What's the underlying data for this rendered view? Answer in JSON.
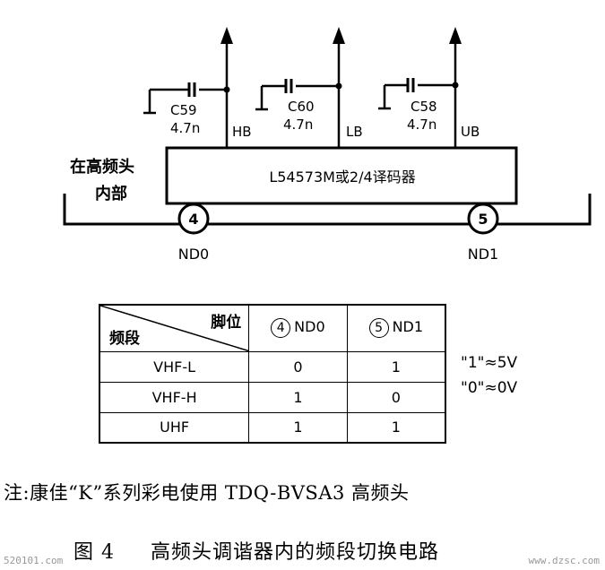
{
  "circuit": {
    "capacitors": [
      {
        "name": "C59",
        "value": "4.7n",
        "pin": "HB"
      },
      {
        "name": "C60",
        "value": "4.7n",
        "pin": "LB"
      },
      {
        "name": "C58",
        "value": "4.7n",
        "pin": "UB"
      }
    ],
    "decoder_label": "L54573M或2/4译码器",
    "tuner_label_1": "在高频头",
    "tuner_label_2": "内部",
    "pins": [
      {
        "number": "4",
        "name": "ND0"
      },
      {
        "number": "5",
        "name": "ND1"
      }
    ]
  },
  "table": {
    "corner_top": "脚位",
    "corner_bottom": "频段",
    "headers": [
      {
        "circle": "4",
        "label": "ND0"
      },
      {
        "circle": "5",
        "label": "ND1"
      }
    ],
    "rows": [
      {
        "band": "VHF-L",
        "nd0": "0",
        "nd1": "1"
      },
      {
        "band": "VHF-H",
        "nd0": "1",
        "nd1": "0"
      },
      {
        "band": "UHF",
        "nd0": "1",
        "nd1": "1"
      }
    ]
  },
  "logic_levels": {
    "one": "\"1\"≈5V",
    "zero": "\"0\"≈0V"
  },
  "note": "注:康佳“K”系列彩电使用 TDQ-BVSA3 高频头",
  "caption": {
    "figure": "图 4",
    "title": "高频头调谐器内的频段切换电路"
  },
  "watermarks": {
    "left": "520101.com",
    "right": "www.dzsc.com"
  }
}
